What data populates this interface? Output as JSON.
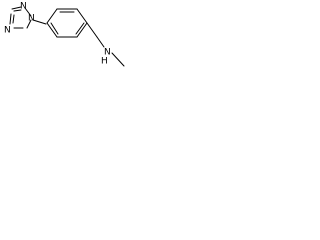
{
  "molecule": {
    "atoms": {
      "triazole_n_top": "N",
      "triazole_n_left": "N",
      "triazole_n_attach": "N",
      "amine_n": "N",
      "amine_h": "H"
    }
  },
  "colors": {
    "bond": "#000000",
    "label": "#000000",
    "background": "#ffffff"
  }
}
